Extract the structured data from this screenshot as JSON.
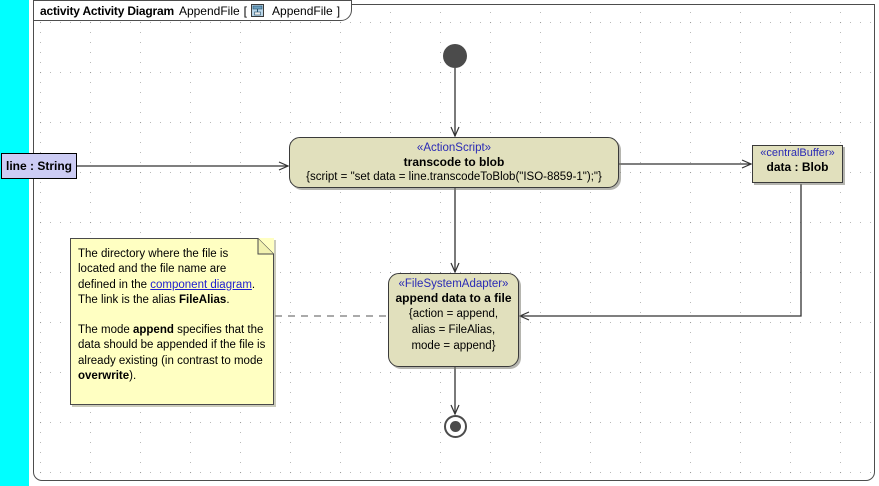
{
  "frame": {
    "keyword": "activity Activity Diagram",
    "name": "AppendFile",
    "bracket_open": "[",
    "icon_label": "activity-diagram-icon",
    "ref_name": "AppendFile",
    "bracket_close": "]"
  },
  "parameter_pin": {
    "label": "line : String",
    "fill": "#ccccf4"
  },
  "nodes": {
    "transcode": {
      "stereotype": "«ActionScript»",
      "name": "transcode to blob",
      "body": "{script = \"set data = line.transcodeToBlob(\"ISO-8859-1\");\"}"
    },
    "append": {
      "stereotype": "«FileSystemAdapter»",
      "name": "append data to a file",
      "body_line1": "{action = append,",
      "body_line2": "alias = FileAlias,",
      "body_line3": "mode = append}"
    },
    "buffer": {
      "stereotype": "«centralBuffer»",
      "name": "data : Blob"
    },
    "initial": {
      "label": "initial-node"
    },
    "final": {
      "label": "activity-final-node"
    }
  },
  "note": {
    "p1_a": "The directory where the file is located and the file name are defined in the ",
    "p1_link": "component diagram",
    "p1_b": ". The link is the alias ",
    "p1_bold": "FileAlias",
    "p1_c": ".",
    "p2_a": "The mode ",
    "p2_bold1": "append",
    "p2_b": " specifies that the data should be appended if the file is already existing (in contrast to mode ",
    "p2_bold2": "overwrite",
    "p2_c": ")."
  },
  "colors": {
    "node_fill": "#e1e0bd",
    "stereotype_text": "#2a2ab5",
    "note_fill": "#ffffc2",
    "pin_fill": "#ccccf4",
    "left_strip": "#00ffff",
    "edge": "#333333"
  }
}
